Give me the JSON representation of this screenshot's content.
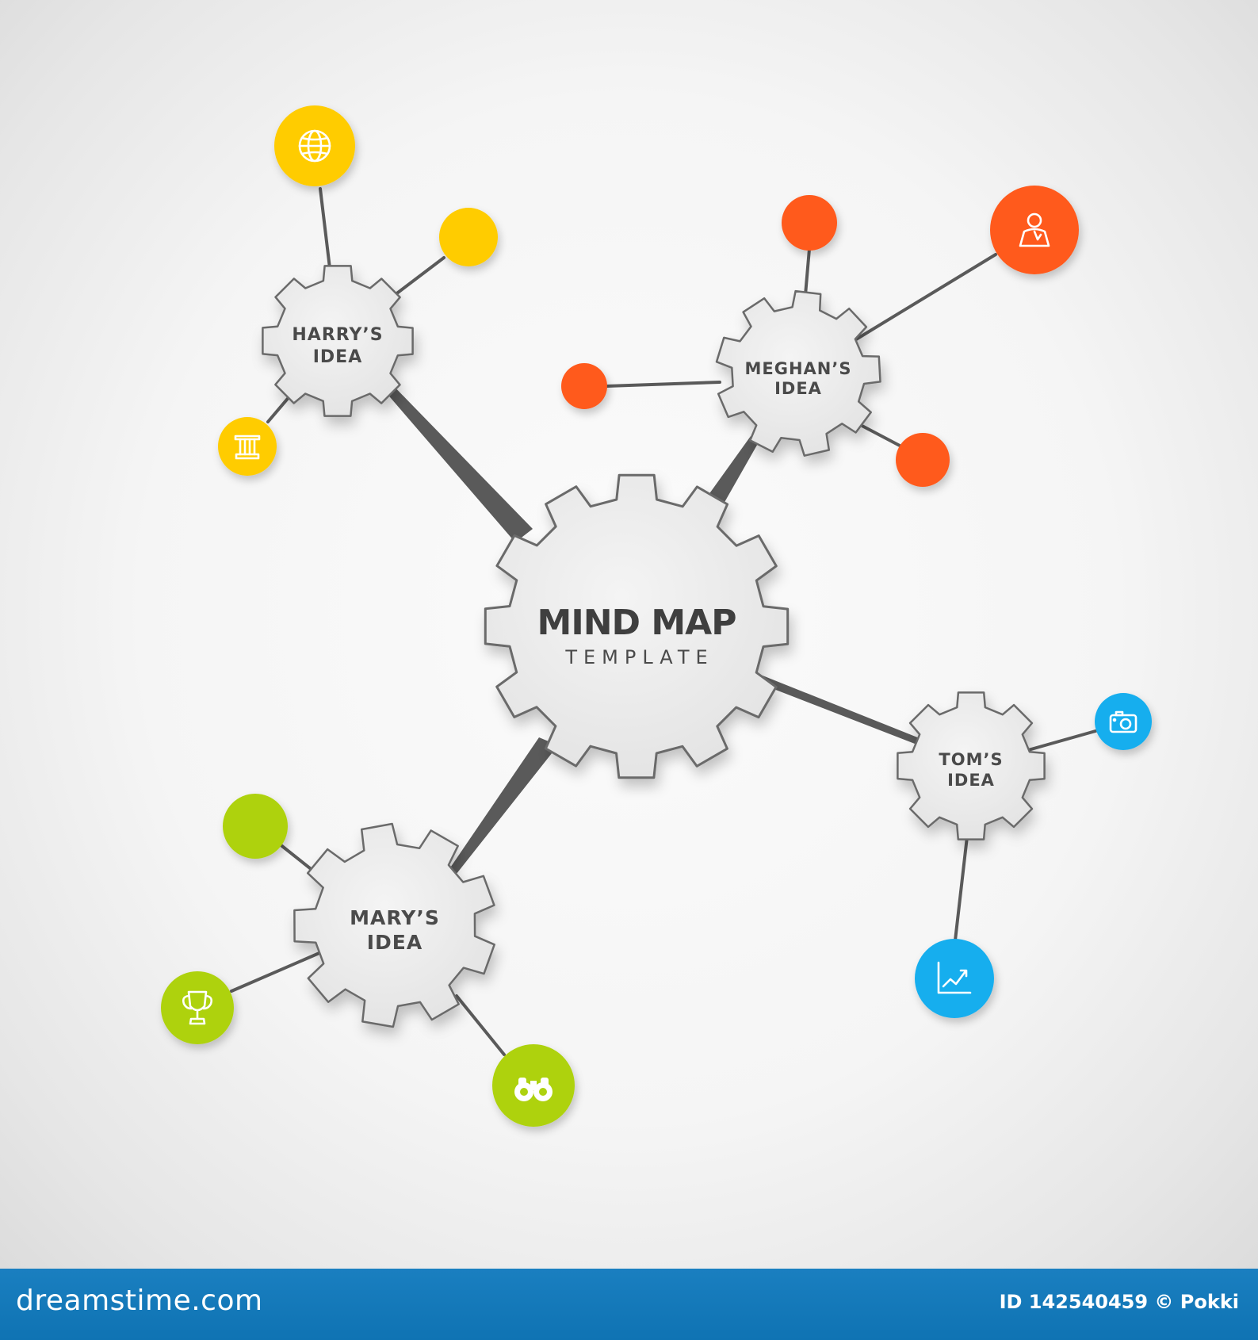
{
  "diagram": {
    "center": {
      "title": "MIND MAP",
      "subtitle": "TEMPLATE"
    },
    "colors": {
      "yellow": "#ffcc00",
      "orange": "#ff5a1f",
      "green": "#aed20f",
      "blue": "#19aeee",
      "gear_fill": "#ececec",
      "gear_stroke": "#6a6a6a",
      "connector": "#5a5a5a"
    },
    "branches": [
      {
        "label_line1": "HARRY’S",
        "label_line2": "IDEA",
        "color": "yellow",
        "leaves": [
          {
            "icon": "globe-icon"
          },
          {
            "icon": ""
          },
          {
            "icon": "column-icon"
          }
        ]
      },
      {
        "label_line1": "MEGHAN’S",
        "label_line2": "IDEA",
        "color": "orange",
        "leaves": [
          {
            "icon": ""
          },
          {
            "icon": "user-icon"
          },
          {
            "icon": ""
          },
          {
            "icon": ""
          }
        ]
      },
      {
        "label_line1": "TOM’S",
        "label_line2": "IDEA",
        "color": "blue",
        "leaves": [
          {
            "icon": "camera-icon"
          },
          {
            "icon": "growth-chart-icon"
          }
        ]
      },
      {
        "label_line1": "MARY’S",
        "label_line2": "IDEA",
        "color": "green",
        "leaves": [
          {
            "icon": ""
          },
          {
            "icon": "trophy-icon"
          },
          {
            "icon": "binoculars-icon"
          }
        ]
      }
    ]
  },
  "footer": {
    "brand": "dreamstime.com",
    "image_id": "ID 142540459 © Pokki"
  }
}
